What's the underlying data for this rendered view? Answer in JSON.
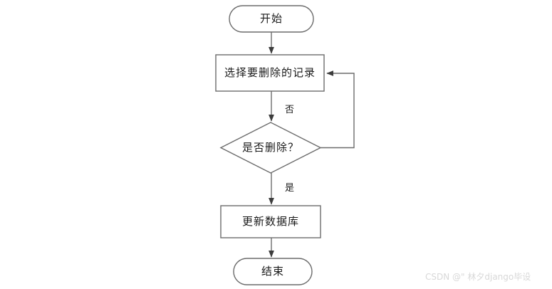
{
  "diagram": {
    "type": "flowchart",
    "orientation": "top-to-bottom",
    "nodes": [
      {
        "id": "start",
        "shape": "terminator",
        "label": "开始"
      },
      {
        "id": "select",
        "shape": "process",
        "label": "选择要删除的记录"
      },
      {
        "id": "decision",
        "shape": "decision",
        "label": "是否删除？"
      },
      {
        "id": "update",
        "shape": "process",
        "label": "更新数据库"
      },
      {
        "id": "end",
        "shape": "terminator",
        "label": "结束"
      }
    ],
    "edges": [
      {
        "from": "start",
        "to": "select",
        "label": ""
      },
      {
        "from": "select",
        "to": "decision",
        "label": "否"
      },
      {
        "from": "decision",
        "to": "update",
        "label": "是"
      },
      {
        "from": "update",
        "to": "end",
        "label": ""
      },
      {
        "from": "decision",
        "to": "select",
        "label": "",
        "routing": "right-up-loop"
      }
    ],
    "labels": {
      "no": "否",
      "yes": "是"
    },
    "colors": {
      "stroke": "#6b6b6b",
      "arrow": "#3c3c3c",
      "text": "#1a1a1a",
      "background": "#ffffff",
      "watermark": "#d8d8d8"
    }
  },
  "watermark": {
    "text": "CSDN @\" 林夕django毕设"
  }
}
